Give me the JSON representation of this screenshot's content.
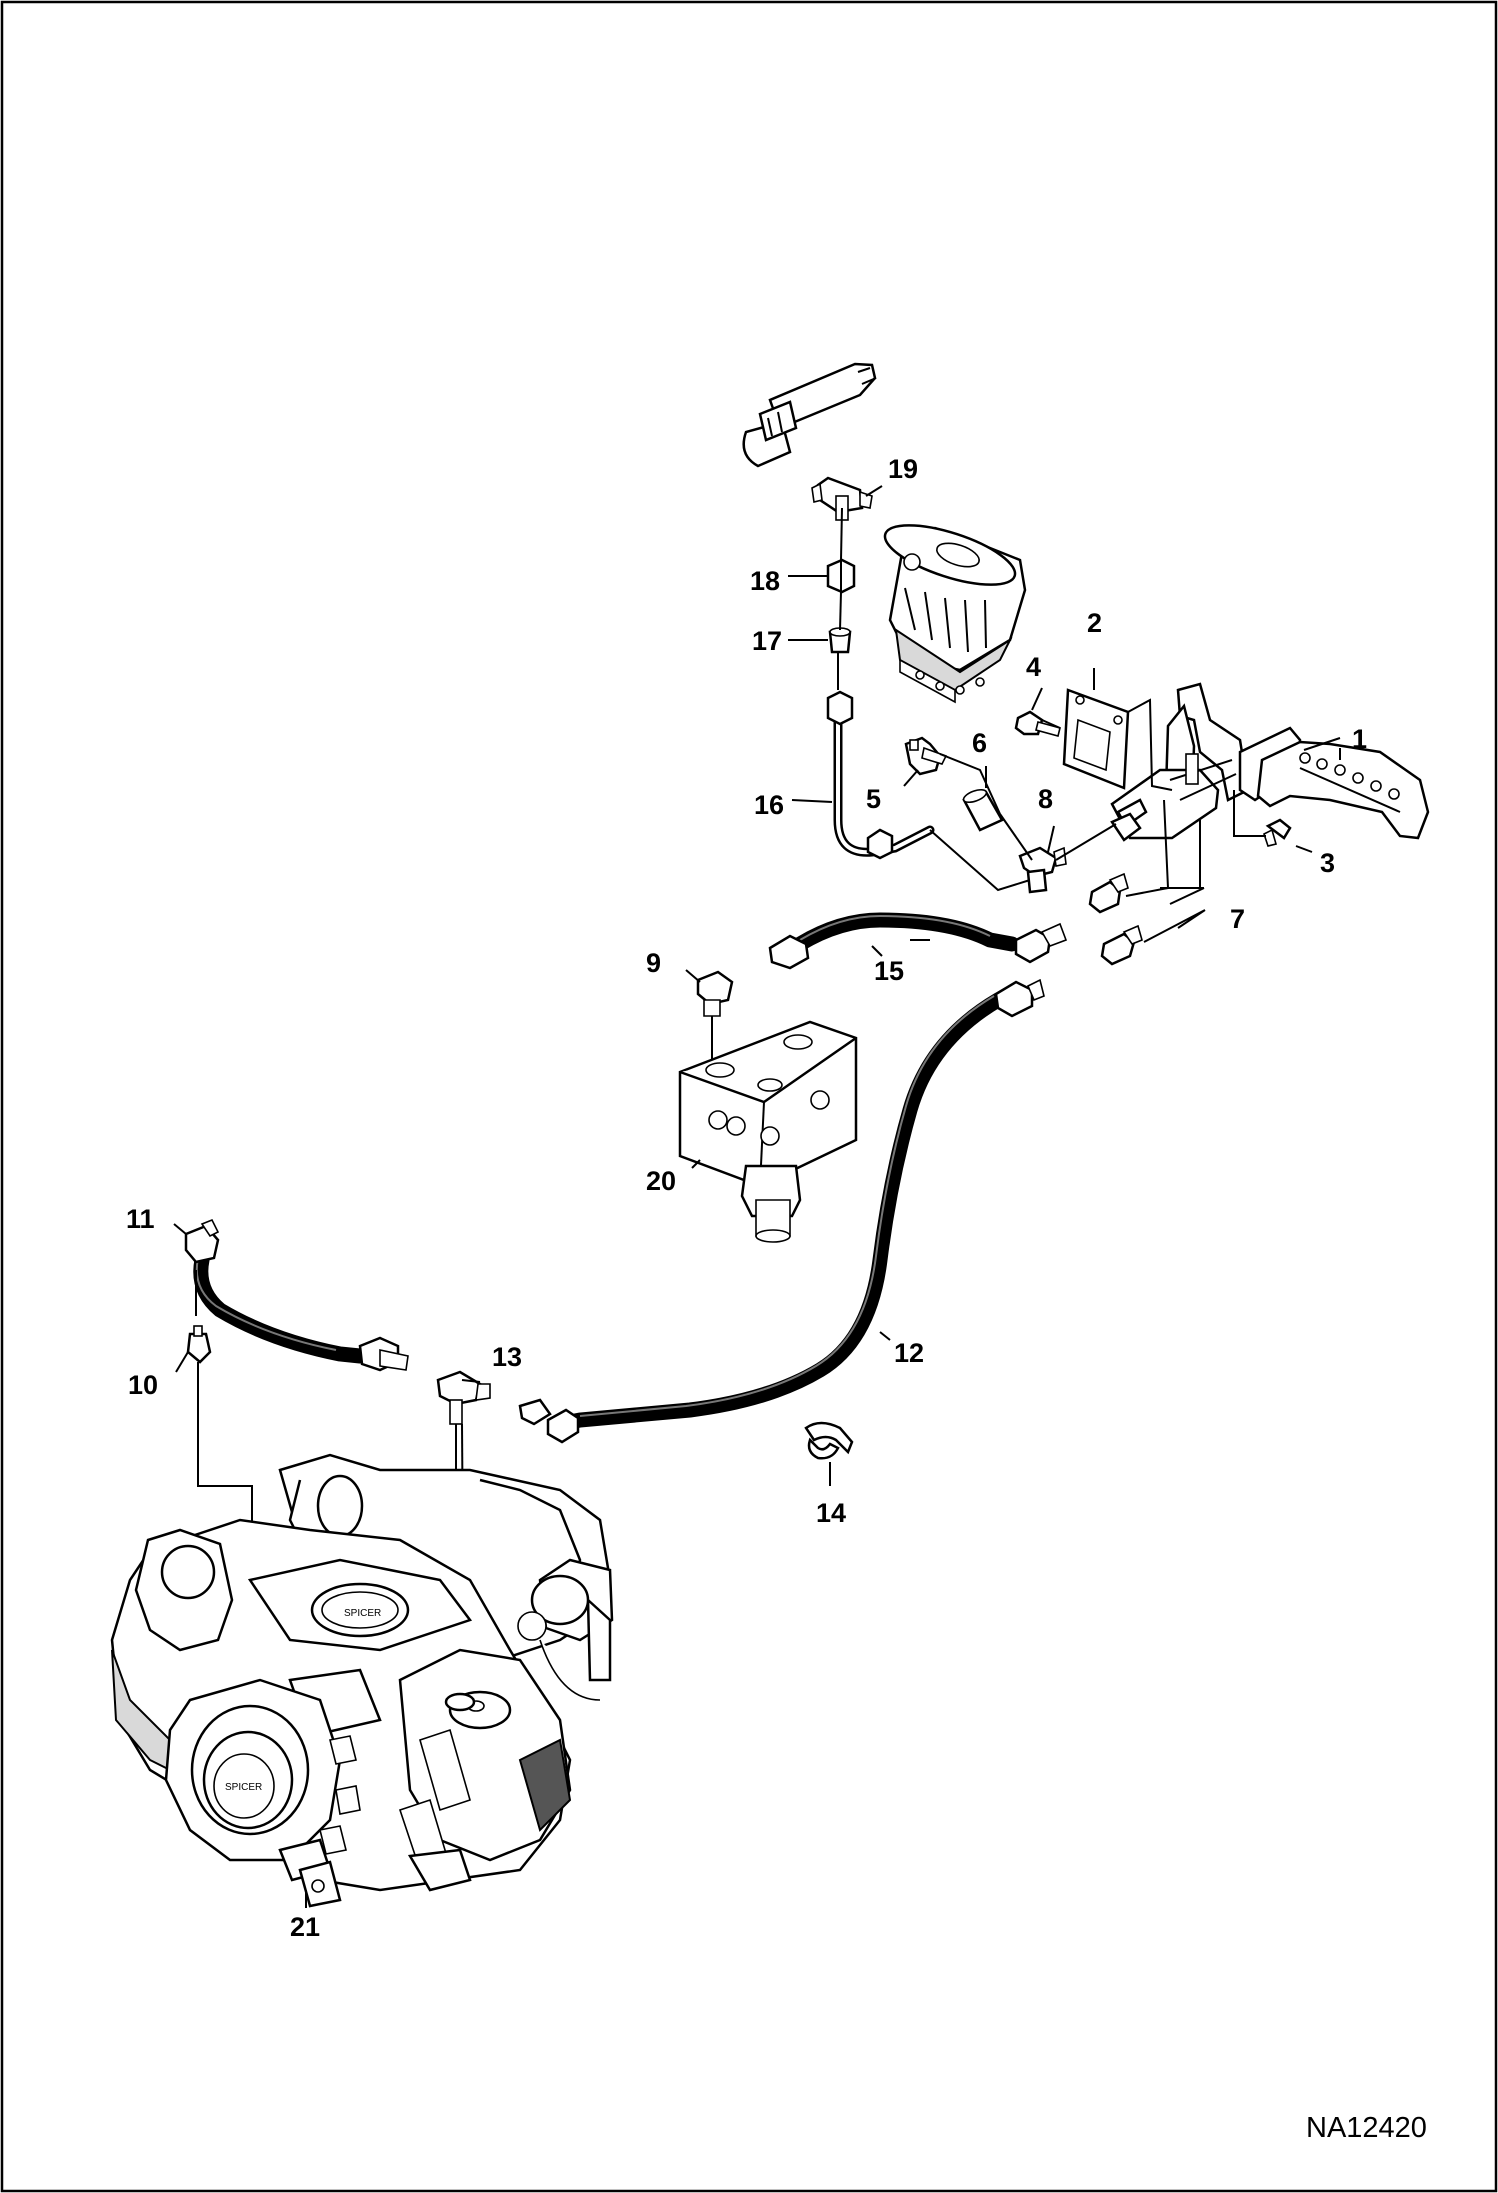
{
  "diagram": {
    "reference_code": "NA12420",
    "callouts": [
      {
        "id": "1",
        "label": "1"
      },
      {
        "id": "2",
        "label": "2"
      },
      {
        "id": "3",
        "label": "3"
      },
      {
        "id": "4",
        "label": "4"
      },
      {
        "id": "5",
        "label": "5"
      },
      {
        "id": "6",
        "label": "6"
      },
      {
        "id": "7",
        "label": "7"
      },
      {
        "id": "8",
        "label": "8"
      },
      {
        "id": "9",
        "label": "9"
      },
      {
        "id": "10",
        "label": "10"
      },
      {
        "id": "11",
        "label": "11"
      },
      {
        "id": "12",
        "label": "12"
      },
      {
        "id": "13",
        "label": "13"
      },
      {
        "id": "14",
        "label": "14"
      },
      {
        "id": "15",
        "label": "15"
      },
      {
        "id": "16",
        "label": "16"
      },
      {
        "id": "17",
        "label": "17"
      },
      {
        "id": "18",
        "label": "18"
      },
      {
        "id": "19",
        "label": "19"
      },
      {
        "id": "20",
        "label": "20"
      },
      {
        "id": "21",
        "label": "21"
      }
    ]
  }
}
